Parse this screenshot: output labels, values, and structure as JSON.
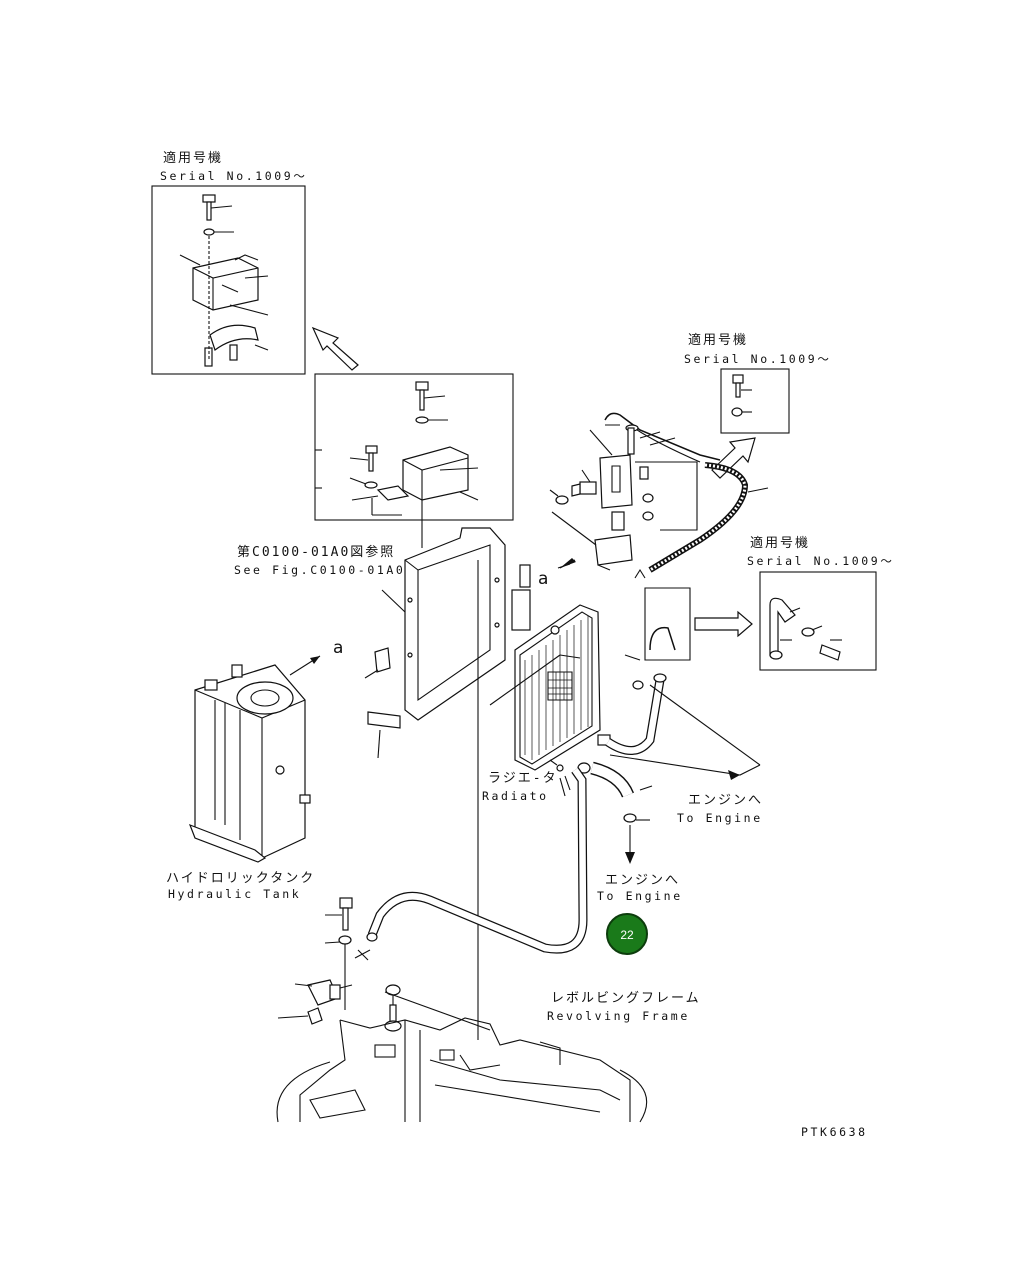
{
  "labels": {
    "applicable_top_left_jp": "適用号機",
    "applicable_top_left_serial": "Serial No.1009～",
    "applicable_right_jp": "適用号機",
    "applicable_right_serial": "Serial No.1009～",
    "applicable_mid_right_jp": "適用号機",
    "applicable_mid_right_serial": "Serial No.1009～",
    "see_fig_jp": "第C0100-01A0図参照",
    "see_fig_en": "See Fig.C0100-01A0",
    "detail_a_1": "a",
    "detail_a_2": "a",
    "radiator_jp": "ラジエ-タ",
    "radiator_en": "Radiato",
    "to_engine_1_jp": "エンジンへ",
    "to_engine_1_en": "To Engine",
    "to_engine_2_jp": "エンジンへ",
    "to_engine_2_en": "To Engine",
    "hydraulic_tank_jp": "ハイドロリックタンク",
    "hydraulic_tank_en": "Hydraulic Tank",
    "revolving_frame_jp": "レボルビングフレーム",
    "revolving_frame_en": "Revolving Frame",
    "drawing_code": "PTK6638"
  },
  "callout": {
    "number": "22",
    "color": "#1a7a1a"
  }
}
